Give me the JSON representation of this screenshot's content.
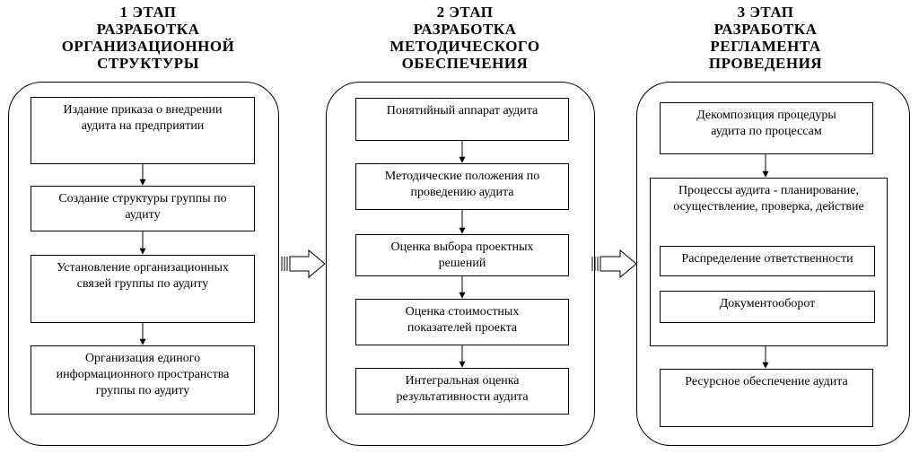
{
  "stages": [
    {
      "title": "1 ЭТАП\nРАЗРАБОТКА\nОРГАНИЗАЦИОННОЙ\nСТРУКТУРЫ",
      "steps": [
        "Издание приказа о внедрении\nаудита на предприятии",
        "Создание структуры группы по\nаудиту",
        "Установление организационных\nсвязей группы по аудиту",
        "Организация единого\nинформационного пространства\nгруппы по аудиту"
      ]
    },
    {
      "title": "2 ЭТАП\nРАЗРАБОТКА\nМЕТОДИЧЕСКОГО\nОБЕСПЕЧЕНИЯ",
      "steps": [
        "Понятийный аппарат аудита",
        "Методические положения по\nпроведению аудита",
        "Оценка выбора проектных\nрешений",
        "Оценка стоимостных\nпоказателей проекта",
        "Интегральная оценка\nрезультативности аудита"
      ]
    },
    {
      "title": "3 ЭТАП\nРАЗРАБОТКА\nРЕГЛАМЕНТА\nПРОВЕДЕНИЯ",
      "steps": [
        "Декомпозиция процедуры\nаудита по процессам",
        "Процессы аудита - планирование,\nосуществление, проверка, действие",
        "Ресурсное обеспечение аудита"
      ],
      "substeps": [
        "Распределение ответственности",
        "Документооборот"
      ]
    }
  ]
}
